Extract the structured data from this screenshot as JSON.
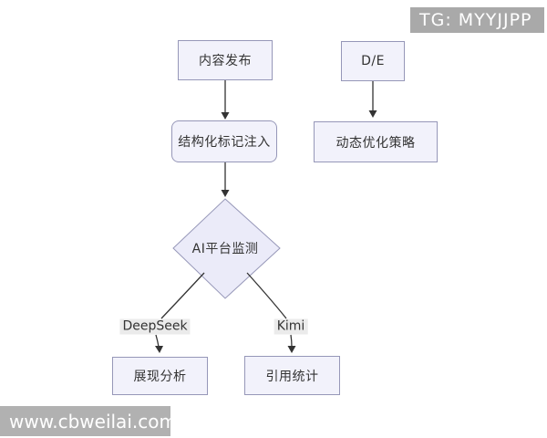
{
  "diagram": {
    "nodes": {
      "publish": {
        "label": "内容发布"
      },
      "de": {
        "label": "D/E"
      },
      "markup": {
        "label": "结构化标记注入"
      },
      "strategy": {
        "label": "动态优化策略"
      },
      "monitor": {
        "label": "AI平台监测"
      },
      "display": {
        "label": "展现分析"
      },
      "citation": {
        "label": "引用统计"
      }
    },
    "edge_labels": {
      "deepseek": "DeepSeek",
      "kimi": "Kimi"
    },
    "edges": [
      "内容发布 -> 结构化标记注入",
      "结构化标记注入 -> AI平台监测",
      "D/E -> 动态优化策略",
      "AI平台监测 -DeepSeek-> 展现分析",
      "AI平台监测 -Kimi-> 引用统计"
    ]
  },
  "badges": {
    "telegram": "TG: MYYJJPP",
    "watermark": "www.cbweilai.com"
  },
  "colors": {
    "node_fill": "#f2f2fb",
    "diamond_fill": "#ebebf9",
    "node_border": "#9697b8",
    "edge_stroke": "#333333",
    "edge_label_bg": "#e8e8e8",
    "badge_bg": "#a9a9a9",
    "badge_text": "#ffffff",
    "background": "#ffffff"
  }
}
